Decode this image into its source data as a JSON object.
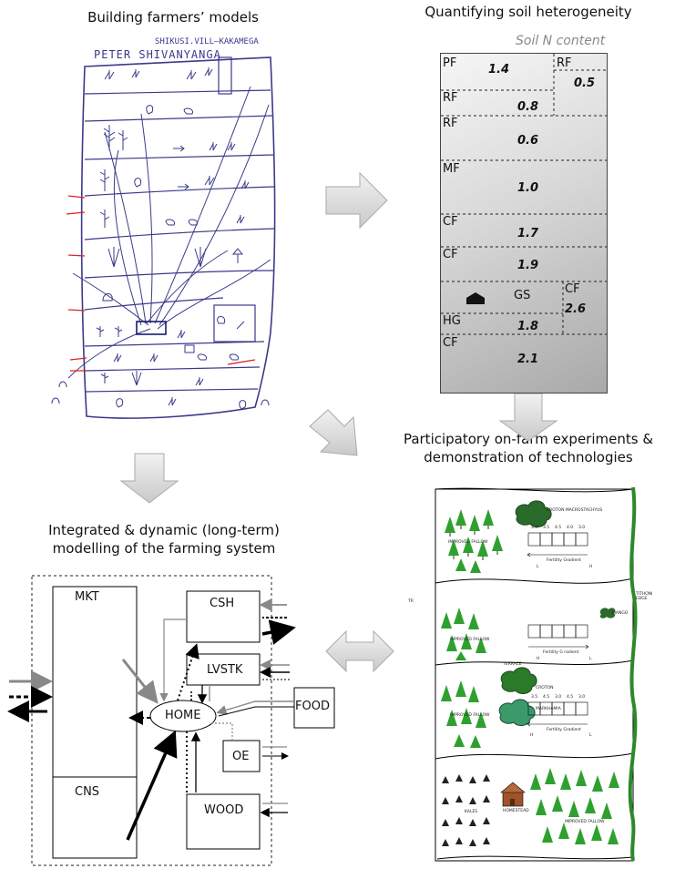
{
  "titles": {
    "farmers_models": "Building farmers’ models",
    "soil_heterogeneity": "Quantifying soil heterogeneity",
    "experiments_line1": "Participatory on-farm experiments &",
    "experiments_line2": "demonstration of technologies",
    "modelling_line1": "Integrated & dynamic (long-term)",
    "modelling_line2": "modelling of the farming system"
  },
  "sketch": {
    "header_line1": "SHIKUSI.VILL–KAKAMEGA",
    "header_line2": "PETER SHIVANYANGA"
  },
  "soil_map": {
    "caption": "Soil N content",
    "plots": [
      {
        "code": "PF",
        "value": "1.4"
      },
      {
        "code": "RF",
        "value": "0.5"
      },
      {
        "code": "RF",
        "value": "0.8"
      },
      {
        "code": "RF",
        "value": "0.6"
      },
      {
        "code": "MF",
        "value": "1.0"
      },
      {
        "code": "CF",
        "value": "1.7"
      },
      {
        "code": "CF",
        "value": "1.9"
      },
      {
        "code": "GS",
        "value": ""
      },
      {
        "code": "CF",
        "value": "2.6"
      },
      {
        "code": "HG",
        "value": "1.8"
      },
      {
        "code": "CF",
        "value": "2.1"
      }
    ]
  },
  "model": {
    "nodes": {
      "mkt": "MKT",
      "cns": "CNS",
      "csh": "CSH",
      "lvstk": "LVSTK",
      "home": "HOME",
      "food": "FOOD",
      "oe": "OE",
      "wood": "WOOD"
    }
  },
  "experiment_map": {
    "labels": {
      "croton_macro": "CROTON MACROSTACHYUS",
      "improved_fallow_1": "IMPROVED FALLOW",
      "fertility_gradient_1": "Fertility Gradient",
      "tithonia_edge": "TITHONI EDGE",
      "tr": "TR",
      "mango": "MANGO",
      "improved_fallow_2": "IMPROVED FALLOW",
      "fertility_gradient_2": "Fertility G radient",
      "terrace": "TERRACE",
      "croton": "CROTON",
      "markhamia": "MARKHAMIA",
      "improved_fallow_3": "IMPROVED FALLOW",
      "fertility_gradient_3": "Fertility Gradient",
      "kales": "KALES",
      "homestead": "HOMESTEAD",
      "improved_fallow_4": "IMPROVED FALLOW",
      "h1": "H",
      "l1": "L",
      "h2": "H",
      "l2": "L",
      "h3": "H",
      "l3": "L"
    },
    "plot_values_1": [
      "3.0",
      "3.5",
      "4.5",
      "4.0",
      "3.0"
    ],
    "plot_values_3": [
      "3.5",
      "4.5",
      "3.0",
      "4.5",
      "3.0"
    ]
  }
}
